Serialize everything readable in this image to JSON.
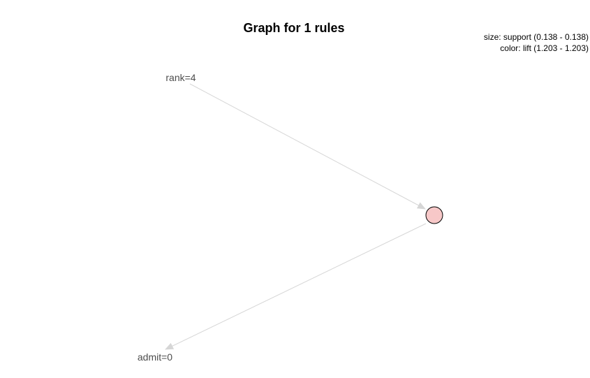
{
  "title": "Graph for 1 rules",
  "legend": {
    "size_line": "size: support (0.138 - 0.138)",
    "color_line": "color: lift (1.203 - 1.203)"
  },
  "nodes": {
    "lhs": {
      "label": "rank=4"
    },
    "rhs": {
      "label": "admit=0"
    },
    "rule": {
      "fill": "#f7c8c8",
      "stroke": "#000000"
    }
  },
  "edges": [
    {
      "from": "rank=4",
      "to": "rule"
    },
    {
      "from": "rule",
      "to": "admit=0"
    }
  ],
  "colors": {
    "edge": "#d6d6d6",
    "label": "#4d4d4d",
    "rule_fill": "#f7c8c8"
  }
}
